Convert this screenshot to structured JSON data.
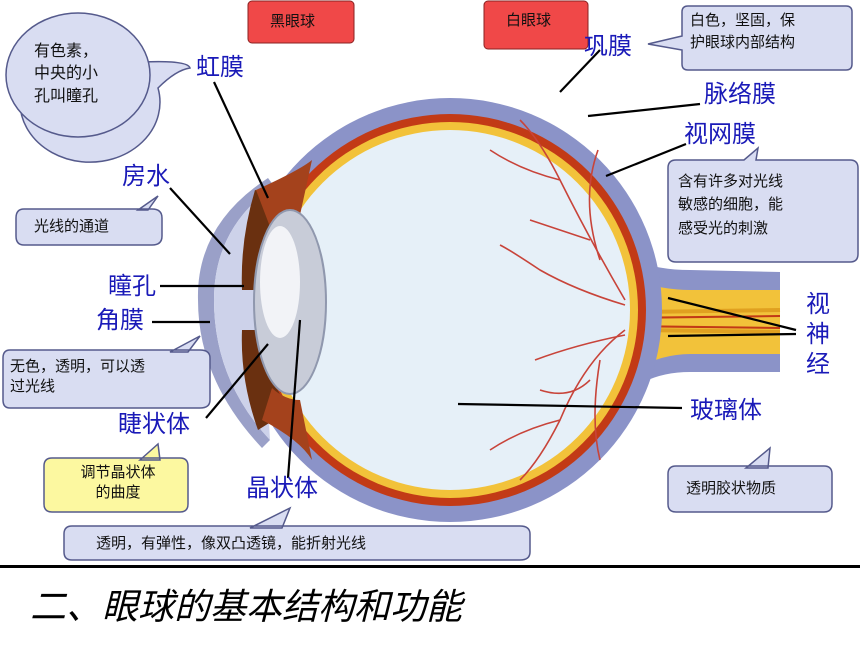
{
  "title": "二、眼球的基本结构和功能",
  "colors": {
    "label": "#1a1ab8",
    "callout_fill": "#d9ddf2",
    "callout_stroke": "#555a8c",
    "red_box": "#f04848",
    "yellow_box": "#fcf8a0",
    "sclera": "#8b93c8",
    "choroid": "#c23a16",
    "retina": "#f2c23a",
    "vitreous": "#e6f0f8"
  },
  "labels": {
    "iris": "虹膜",
    "sclera": "巩膜",
    "choroid": "脉络膜",
    "retina": "视网膜",
    "aqueous": "房水",
    "pupil": "瞳孔",
    "cornea": "角膜",
    "ciliary": "睫状体",
    "lens": "晶状体",
    "vitreous": "玻璃体",
    "optic_nerve": [
      "视",
      "神",
      "经"
    ]
  },
  "boxes": {
    "black_eye": "黑眼球",
    "white_eye": "白眼球"
  },
  "callouts": {
    "iris": [
      "有色素，",
      "中央的小",
      "孔叫瞳孔"
    ],
    "sclera": [
      "白色，坚固，保",
      "护眼球内部结构"
    ],
    "retina": [
      "含有许多对光线",
      "敏感的细胞，能",
      "感受光的刺激"
    ],
    "aqueous": [
      "光线的通道"
    ],
    "cornea": [
      "无色，透明，可以透",
      "过光线"
    ],
    "ciliary": [
      "调节晶状体",
      "的曲度"
    ],
    "vitreous": [
      "透明胶状物质"
    ],
    "lens": [
      "透明，有弹性，像双凸透镜，能折射光线"
    ]
  }
}
